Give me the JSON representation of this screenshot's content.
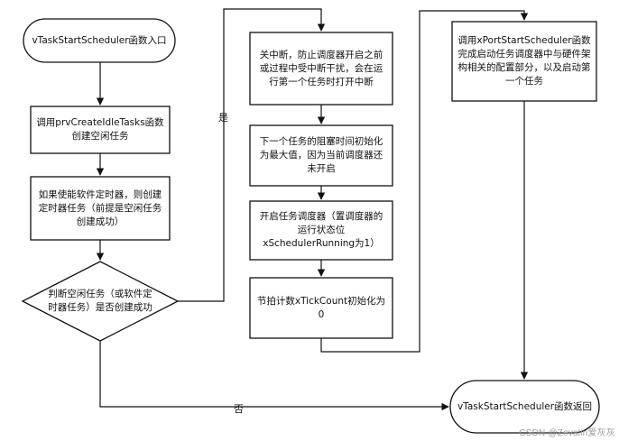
{
  "nodes": {
    "start": "vTaskStartScheduler函数入口",
    "create_idle": "调用prvCreateIdleTasks函数创建空闲任务",
    "create_timer": "如果使能软件定时器，则创建定时器任务（前提是空闲任务创建成功）",
    "decision": "判断空闲任务（或软件定时器任务）是否创建成功",
    "disable_int": "关中断，防止调度器开启之前或过程中受中断干扰，会在运行第一个任务时打开中断",
    "init_block": "下一个任务的阻塞时间初始化为最大值，因为当前调度器还未开启",
    "start_sched": "开启任务调度器（置调度器的运行状态位xSchedulerRunning为1）",
    "tick_init": "节拍计数xTickCount初始化为0",
    "port_start": "调用xPortStartScheduler函数完成启动任务调度器中与硬件架构相关的配置部分，以及启动第一个任务",
    "end": "vTaskStartScheduler函数返回"
  },
  "edges": {
    "yes_label": "是",
    "no_label": "否"
  },
  "watermark": "CSDN @Zevalin爱灰灰"
}
